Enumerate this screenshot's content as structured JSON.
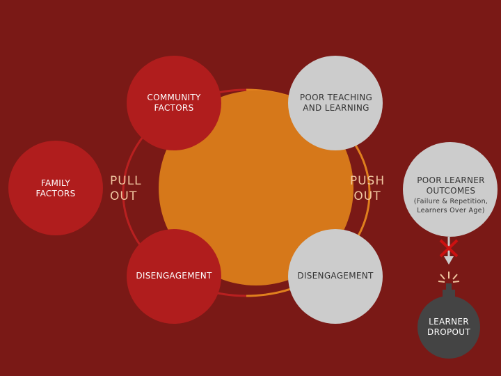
{
  "colors": {
    "background": "#7a1916",
    "red_circle": "#b01d1d",
    "gray_circle": "#cccccc",
    "orange_center": "#d6781a",
    "left_arc": "#b82020",
    "right_arc": "#e0801e",
    "bomb": "#444444",
    "cross": "#cc1111"
  },
  "nodes": {
    "community": "COMMUNITY FACTORS",
    "family": "FAMILY FACTORS",
    "disengagement_left": "DISENGAGEMENT",
    "poor_teaching": "POOR TEACHING AND LEARNING",
    "poor_outcomes": "POOR LEARNER OUTCOMES",
    "poor_outcomes_detail": "(Failure & Repetition, Learners Over Age)",
    "disengagement_right": "DISENGAGEMENT",
    "dropout": "LEARNER DROPOUT"
  },
  "center": {
    "pull_out": "PULL OUT",
    "push_out": "PUSH OUT"
  }
}
